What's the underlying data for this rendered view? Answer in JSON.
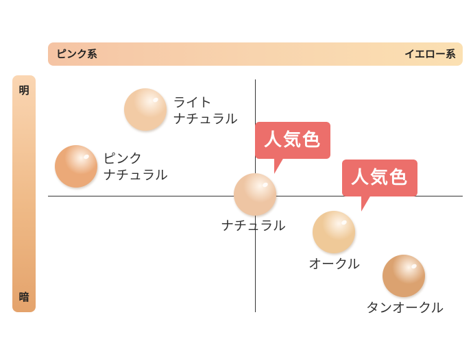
{
  "axes": {
    "x_left": "ピンク系",
    "x_right": "イエロー系",
    "y_top": "明",
    "y_bottom": "暗"
  },
  "colors": {
    "light_natural": "#f2cba5",
    "pink_natural": "#eba978",
    "natural": "#eec5a3",
    "ochre": "#efc998",
    "tan_ochre": "#dba270",
    "popular_badge": "#ec6f6b"
  },
  "items": {
    "light_natural": "ライト\nナチュラル",
    "pink_natural": "ピンク\nナチュラル",
    "natural": "ナチュラル",
    "ochre": "オークル",
    "tan_ochre": "タンオークル"
  },
  "badges": {
    "natural_popular": "人気色",
    "ochre_popular": "人気色"
  }
}
